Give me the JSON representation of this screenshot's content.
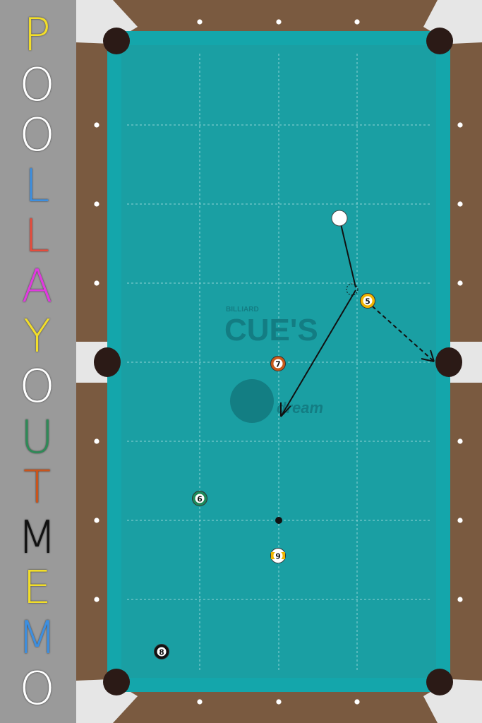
{
  "side_title": {
    "letters": [
      {
        "char": "P",
        "color": "#f2de2a"
      },
      {
        "char": "O",
        "color": "#ffffff"
      },
      {
        "char": "O",
        "color": "#ffffff"
      },
      {
        "char": "L",
        "color": "#3d8fe0"
      },
      {
        "char": "L",
        "color": "#e64c3c"
      },
      {
        "char": "A",
        "color": "#e23ae0"
      },
      {
        "char": "Y",
        "color": "#f2de2a"
      },
      {
        "char": "O",
        "color": "#ffffff"
      },
      {
        "char": "U",
        "color": "#2e8b57"
      },
      {
        "char": "T",
        "color": "#c9541c"
      },
      {
        "char": "M",
        "color": "#111111"
      },
      {
        "char": "E",
        "color": "#f2de2a"
      },
      {
        "char": "M",
        "color": "#3d8fe0"
      },
      {
        "char": "O",
        "color": "#ffffff"
      }
    ]
  },
  "logo": {
    "small_text": "BILLIARD",
    "big_text": "CUE'S",
    "sub_text": "dream"
  },
  "balls": {
    "cue": {
      "label": ""
    },
    "five": {
      "label": "5",
      "color": "#f0b400"
    },
    "six": {
      "label": "6",
      "color": "#1e8a5a"
    },
    "seven": {
      "label": "7",
      "color": "#c85a1a"
    },
    "eight": {
      "label": "8",
      "color": "#111111"
    },
    "nine": {
      "label": "9",
      "color": "#f0b400"
    }
  },
  "colors": {
    "cloth": "#1a9fa3",
    "rail_cushion": "#14a6ab",
    "wood": "#7a5a40",
    "corner_plate": "#e6e6e6",
    "pocket": "#2b1a16",
    "background": "#9a9a9a"
  }
}
